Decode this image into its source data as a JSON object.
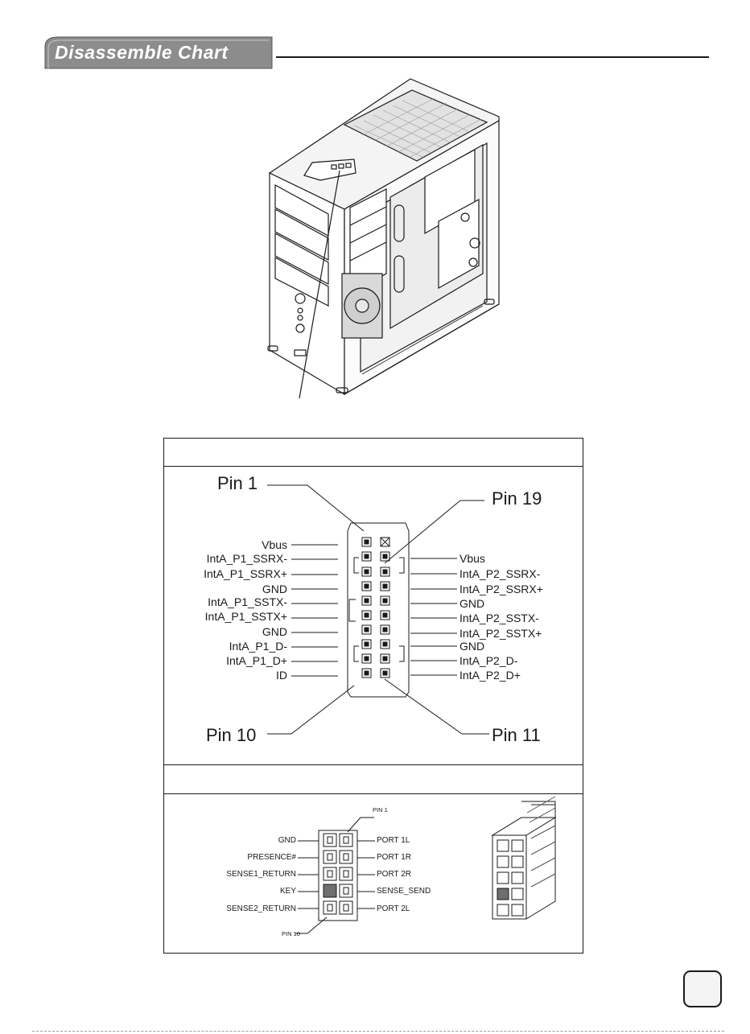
{
  "header": {
    "title": "Disassemble Chart",
    "tab_color": "#8c8c8c"
  },
  "usb3_header": {
    "pin_1": "Pin 1",
    "pin_19": "Pin 19",
    "pin_10": "Pin 10",
    "pin_11": "Pin 11",
    "left_signals": [
      "Vbus",
      "IntA_P1_SSRX-",
      "IntA_P1_SSRX+",
      "GND",
      "IntA_P1_SSTX-",
      "IntA_P1_SSTX+",
      "GND",
      "IntA_P1_D-",
      "IntA_P1_D+",
      "ID"
    ],
    "right_signals": [
      "Vbus",
      "IntA_P2_SSRX-",
      "IntA_P2_SSRX+",
      "GND",
      "IntA_P2_SSTX-",
      "IntA_P2_SSTX+",
      "GND",
      "IntA_P2_D-",
      "IntA_P2_D+"
    ]
  },
  "hd_audio_header": {
    "pin_1": "PIN 1",
    "pin_10": "PIN 10",
    "left_signals": [
      "GND",
      "PRESENCE#",
      "SENSE1_RETURN",
      "KEY",
      "SENSE2_RETURN"
    ],
    "right_signals": [
      "PORT 1L",
      "PORT 1R",
      "PORT 2R",
      "SENSE_SEND",
      "PORT 2L"
    ]
  }
}
